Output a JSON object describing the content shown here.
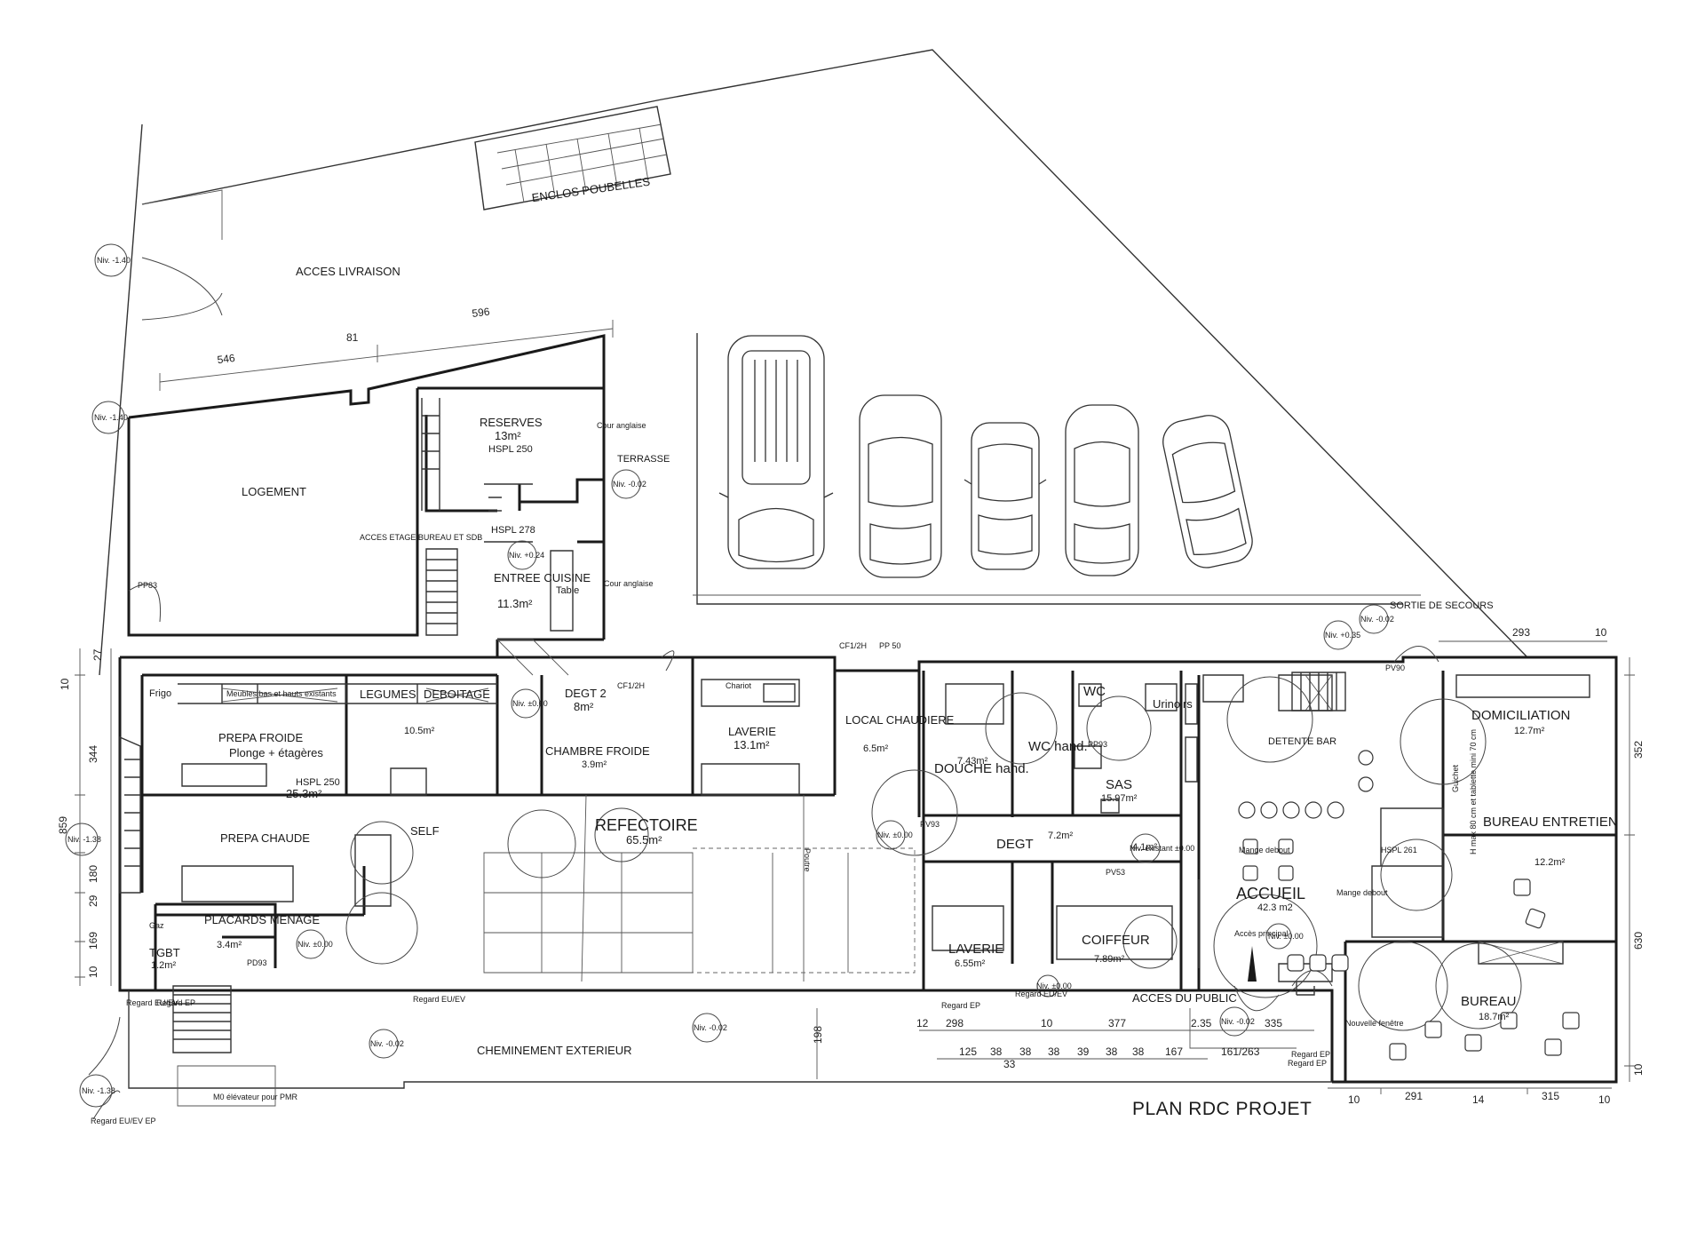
{
  "title": "PLAN RDC PROJET",
  "outdoor": {
    "bins": "ENCLOS POUBELLES",
    "delivery": "ACCES LIVRAISON",
    "terrace": "TERRASSE",
    "path": "CHEMINEMENT EXTERIEUR",
    "public_access": "ACCES DU PUBLIC",
    "emergency_exit": "SORTIE DE SECOURS",
    "cour_1": "Cour anglaise",
    "cour_2": "Cour anglaise",
    "pmr": "M0 élévateur pour PMR"
  },
  "rooms": {
    "logement": "LOGEMENT",
    "reserves_name": "RESERVES",
    "reserves_area": "13m²",
    "reserves_note": "HSPL 250",
    "acces_etage": "ACCES ETAGE BUREAU ET SDB",
    "entree_cuisine": "ENTREE CUISINE",
    "entree_area": "11.3m²",
    "hspl278": "HSPL 278",
    "table": "Table",
    "prepa_froide": "PREPA FROIDE",
    "plonge": "Plonge + étagères",
    "hspl250_k": "HSPL 250",
    "prepa_froide_area": "25.3m²",
    "prepa_chaude": "PREPA CHAUDE",
    "legumes": "LEGUMES",
    "deboitage": "DEBOITAGE",
    "legumes_area": "10.5m²",
    "meubles": "Meubles bas et hauts existants",
    "degt2": "DEGT 2",
    "degt2_area": "8m²",
    "chambre_froide": "CHAMBRE FROIDE",
    "chambre_froide_area": "3.9m²",
    "laverie": "LAVERIE",
    "laverie_area": "13.1m²",
    "local_chaudiere": "LOCAL CHAUDIERE",
    "local_chaudiere_area": "6.5m²",
    "self": "SELF",
    "refectoire": "REFECTOIRE",
    "refectoire_area": "65.5m²",
    "flacards": "PLACARDS MENAGE",
    "flacards_area": "3.4m²",
    "tgbt": "TGBT",
    "tgbt_area": "1.2m²",
    "gaz": "Gaz",
    "douche": "DOUCHE hand.",
    "douche_area": "7.43m²",
    "wc_hand": "WC hand.",
    "wc": "WC",
    "urinoirs": "Urinoirs",
    "sas": "SAS",
    "sas_area": "15.97m²",
    "degt": "DEGT",
    "degt_area": "7.2m²",
    "degt_area2": "4.1m²",
    "laverie2": "LAVERIE",
    "laverie2_area": "6.55m²",
    "coiffeur": "COIFFEUR",
    "coiffeur_area": "7.89m²",
    "detente_bar": "DETENTE BAR",
    "accueil": "ACCUEIL",
    "accueil_area": "42.3 m2",
    "mange_debout_1": "Mange debout",
    "mange_debout_2": "Mange debout",
    "acces_principal": "Accès principal",
    "domiciliation": "DOMICILIATION",
    "domiciliation_area": "12.7m²",
    "guichet": "Guichet",
    "guichet_note": "H max 80 cm et tablette mini 70 cm",
    "bureau_entretien": "BUREAU ENTRETIEN",
    "bureau_entretien_area": "12.2m²",
    "bureau": "BUREAU",
    "bureau_area": "18.7m²",
    "nouvelle_fenetre": "Nouvelle fenêtre",
    "hspl261": "HSPL 261",
    "frigo": "Frigo",
    "chariot": "Chariot",
    "poutre": "Poutre"
  },
  "levels": [
    "Niv. -1.40",
    "Niv. -1.40",
    "Niv. -0.02",
    "Niv. +0.24",
    "Niv. ±0.00",
    "Niv. ±0.00",
    "Niv. -1.38",
    "Niv. ±0.00",
    "Niv. -0.02",
    "Niv. -0.02",
    "Niv. -1.38",
    "Niv. ±0.00",
    "Niv. existant ±0.00",
    "Niv. +0.35",
    "Niv. -0.02",
    "Niv. -0.02",
    "Niv. ±0.00"
  ],
  "doors": [
    "PP83",
    "PP93",
    "CF1/2H",
    "PD93",
    "PV93",
    "PP 50",
    "CF1/2H",
    "PV53",
    "PV90"
  ],
  "regards": [
    "Regard EU/EV",
    "Regard EP",
    "Regard EU/EV",
    "Regard EP",
    "Regard EU/EV",
    "Regard EP",
    "Regard EP",
    "Regard EU/EV EP"
  ],
  "dimensions": {
    "top_596": "596",
    "top_81": "81",
    "top_546": "546",
    "left_10a": "10",
    "left_27": "27",
    "left_344": "344",
    "left_859": "859",
    "left_180": "180",
    "left_29": "29",
    "left_169": "169",
    "left_10b": "10",
    "right_293": "293",
    "right_10a": "10",
    "right_352": "352",
    "right_630": "630",
    "right_10b": "10",
    "bot_12": "12",
    "bot_298": "298",
    "bot_10": "10",
    "bot_377": "377",
    "bot_235": "2.35",
    "bot_335": "335",
    "bot_125": "125",
    "bot_38a": "38",
    "bot_38b": "38",
    "bot_38c": "38",
    "bot_39": "39",
    "bot_38d": "38",
    "bot_38e": "38",
    "bot_167": "167",
    "bot_161": "161/263",
    "bot_33": "33",
    "b_10": "10",
    "b_291": "291",
    "b_14": "14",
    "b_315": "315",
    "b_10b": "10",
    "v_198": "198"
  }
}
